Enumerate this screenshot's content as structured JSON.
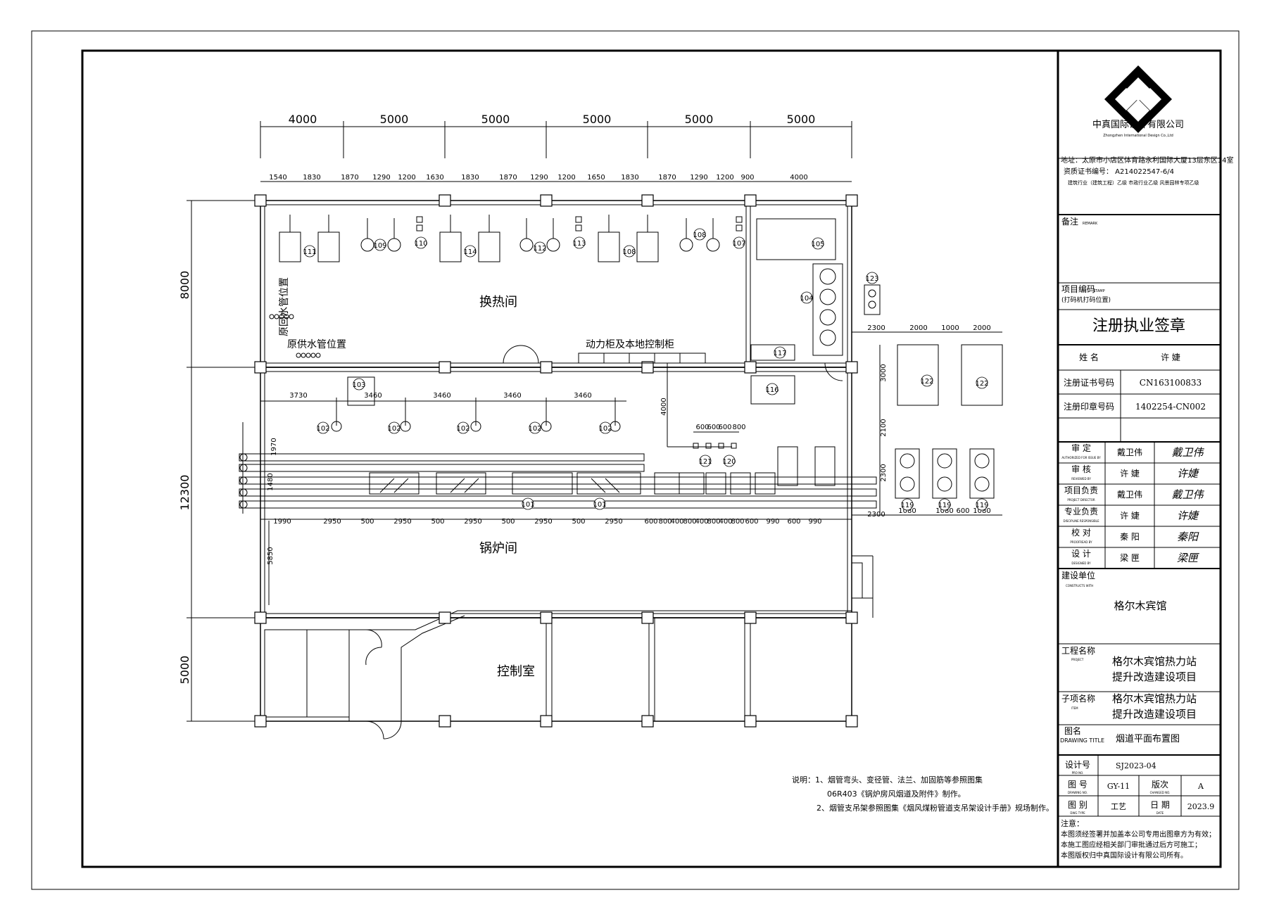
{
  "plan": {
    "dims_top": [
      "4000",
      "5000",
      "5000",
      "5000",
      "5000",
      "5000"
    ],
    "dims_second": [
      "1540",
      "1830",
      "1870",
      "1290",
      "1200",
      "1630",
      "1830",
      "1870",
      "1290",
      "1200",
      "1650",
      "1830",
      "1870",
      "1290",
      "1200",
      "900",
      "4000"
    ],
    "dims_left": [
      "8000",
      "12300",
      "5000"
    ],
    "room_heat": "换热间",
    "room_boiler": "锅炉间",
    "room_control": "控制室",
    "label_return_pipe": "原回水管位置",
    "label_supply_pipe": "原供水管位置",
    "label_power_cabinet": "动力柜及本地控制柜",
    "dims_mid": [
      "3730",
      "3460",
      "3460",
      "3460",
      "3460"
    ],
    "dim_4000_v": "4000",
    "dims_small": [
      "600",
      "600",
      "600",
      "800"
    ],
    "dims_right_top": [
      "2300",
      "2000",
      "1000",
      "2000"
    ],
    "dims_right_v": [
      "3000",
      "2100",
      "2300"
    ],
    "dims_right_bottom": [
      "1080",
      "1080",
      "600",
      "1080"
    ],
    "dim_2300_b": "2300",
    "dim_1970": "1970",
    "dim_1480": "1480",
    "dim_5850": "5850",
    "dims_bottom": [
      "1990",
      "2950",
      "500",
      "2950",
      "500",
      "2950",
      "500",
      "2950",
      "500",
      "2950",
      "600",
      "800",
      "400",
      "800",
      "400",
      "800",
      "400",
      "800",
      "600",
      "990",
      "600",
      "990"
    ],
    "tags": {
      "t111": "111",
      "t109": "109",
      "t110": "110",
      "t114": "114",
      "t112": "112",
      "t113": "113",
      "t108a": "108",
      "t108b": "108",
      "t107": "107",
      "t105": "105",
      "t104": "104",
      "t123": "123",
      "t117": "117",
      "t103": "103",
      "t116": "116",
      "t122a": "122",
      "t122b": "122",
      "t102a": "102",
      "t102b": "102",
      "t102c": "102",
      "t102d": "102",
      "t102e": "102",
      "t121": "121",
      "t120": "120",
      "t101a": "101",
      "t101b": "101",
      "t119a": "119",
      "t119b": "119",
      "t119c": "119"
    },
    "notes_line1": "说明：1、烟管弯头、变径管、法兰、加固筋等参照图集",
    "notes_line2": "06R403《锅炉房风烟道及附件》制作。",
    "notes_line3": "2、烟管支吊架参照图集《烟风煤粉管道支吊架设计手册》规场制作。"
  },
  "titleblock": {
    "company_cn": "中真国际设计有限公司",
    "company_en": "Zhongzhen International Design Co.,Ltd",
    "address": "地址：太原市小店区体育路永利国际大厦13层东区14室",
    "cert": "资质证书编号： A214022547-6/4",
    "qual": "建筑行业（建筑工程）乙级  市政行业乙级  风景园林专项乙级",
    "remarks_label": "备注",
    "remarks_en": "REMARK",
    "proj_code_label": "项目编码",
    "proj_code_en": "STAMP",
    "proj_code_sub": "(打码机打码位置)",
    "reg_title": "注册执业签章",
    "name_label": "姓  名",
    "name_value": "许  婕",
    "cert_no_label": "注册证书号码",
    "cert_no_value": "CN163100833",
    "seal_no_label": "注册印章号码",
    "seal_no_value": "1402254-CN002",
    "roles": [
      {
        "cn": "审  定",
        "en": "AUTHORIZED FOR ISSUE BY",
        "name": "戴卫伟",
        "sig": "戴卫伟"
      },
      {
        "cn": "审  核",
        "en": "REVIEWED BY",
        "name": "许  婕",
        "sig": "许婕"
      },
      {
        "cn": "项目负责",
        "en": "PROJECT DIRECTOR",
        "name": "戴卫伟",
        "sig": "戴卫伟"
      },
      {
        "cn": "专业负责",
        "en": "DISCIPLINE RESPONSIBLE",
        "name": "许  婕",
        "sig": "许婕"
      },
      {
        "cn": "校  对",
        "en": "PROOFREAD BY",
        "name": "秦  阳",
        "sig": "秦阳"
      },
      {
        "cn": "设  计",
        "en": "DESIGNED BY",
        "name": "梁  匣",
        "sig": "梁匣"
      }
    ],
    "client_label": "建设单位",
    "client_en": "CONSTRUCTS WITH",
    "client_value": "格尔木宾馆",
    "project_label": "工程名称",
    "project_en": "PROJECT",
    "project_value1": "格尔木宾馆热力站",
    "project_value2": "提升改造建设项目",
    "item_label": "子项名称",
    "item_en": "ITEM",
    "item_value1": "格尔木宾馆热力站",
    "item_value2": "提升改造建设项目",
    "drawing_label": "图名",
    "drawing_en": "DRAWING TITLE",
    "drawing_value": "烟道平面布置图",
    "design_no_label": "设计号",
    "design_no_en": "PRO NO.",
    "design_no_value": "SJ2023-04",
    "drawing_no_label": "图  号",
    "drawing_no_en": "DRAWING NO.",
    "drawing_no_value": "GY-11",
    "rev_label": "版次",
    "rev_en": "CHANGED NO.",
    "rev_value": "A",
    "type_label": "图  别",
    "type_en": "DWG TYPE",
    "type_value": "工艺",
    "date_label": "日  期",
    "date_en": "DATE",
    "date_value": "2023.9",
    "note_title": "注意：",
    "note1": "本图须经签署并加盖本公司专用出图章方为有效；",
    "note2": "本施工图应经相关部门审批通过后方可施工；",
    "note3": "本图版权归中真国际设计有限公司所有。"
  }
}
